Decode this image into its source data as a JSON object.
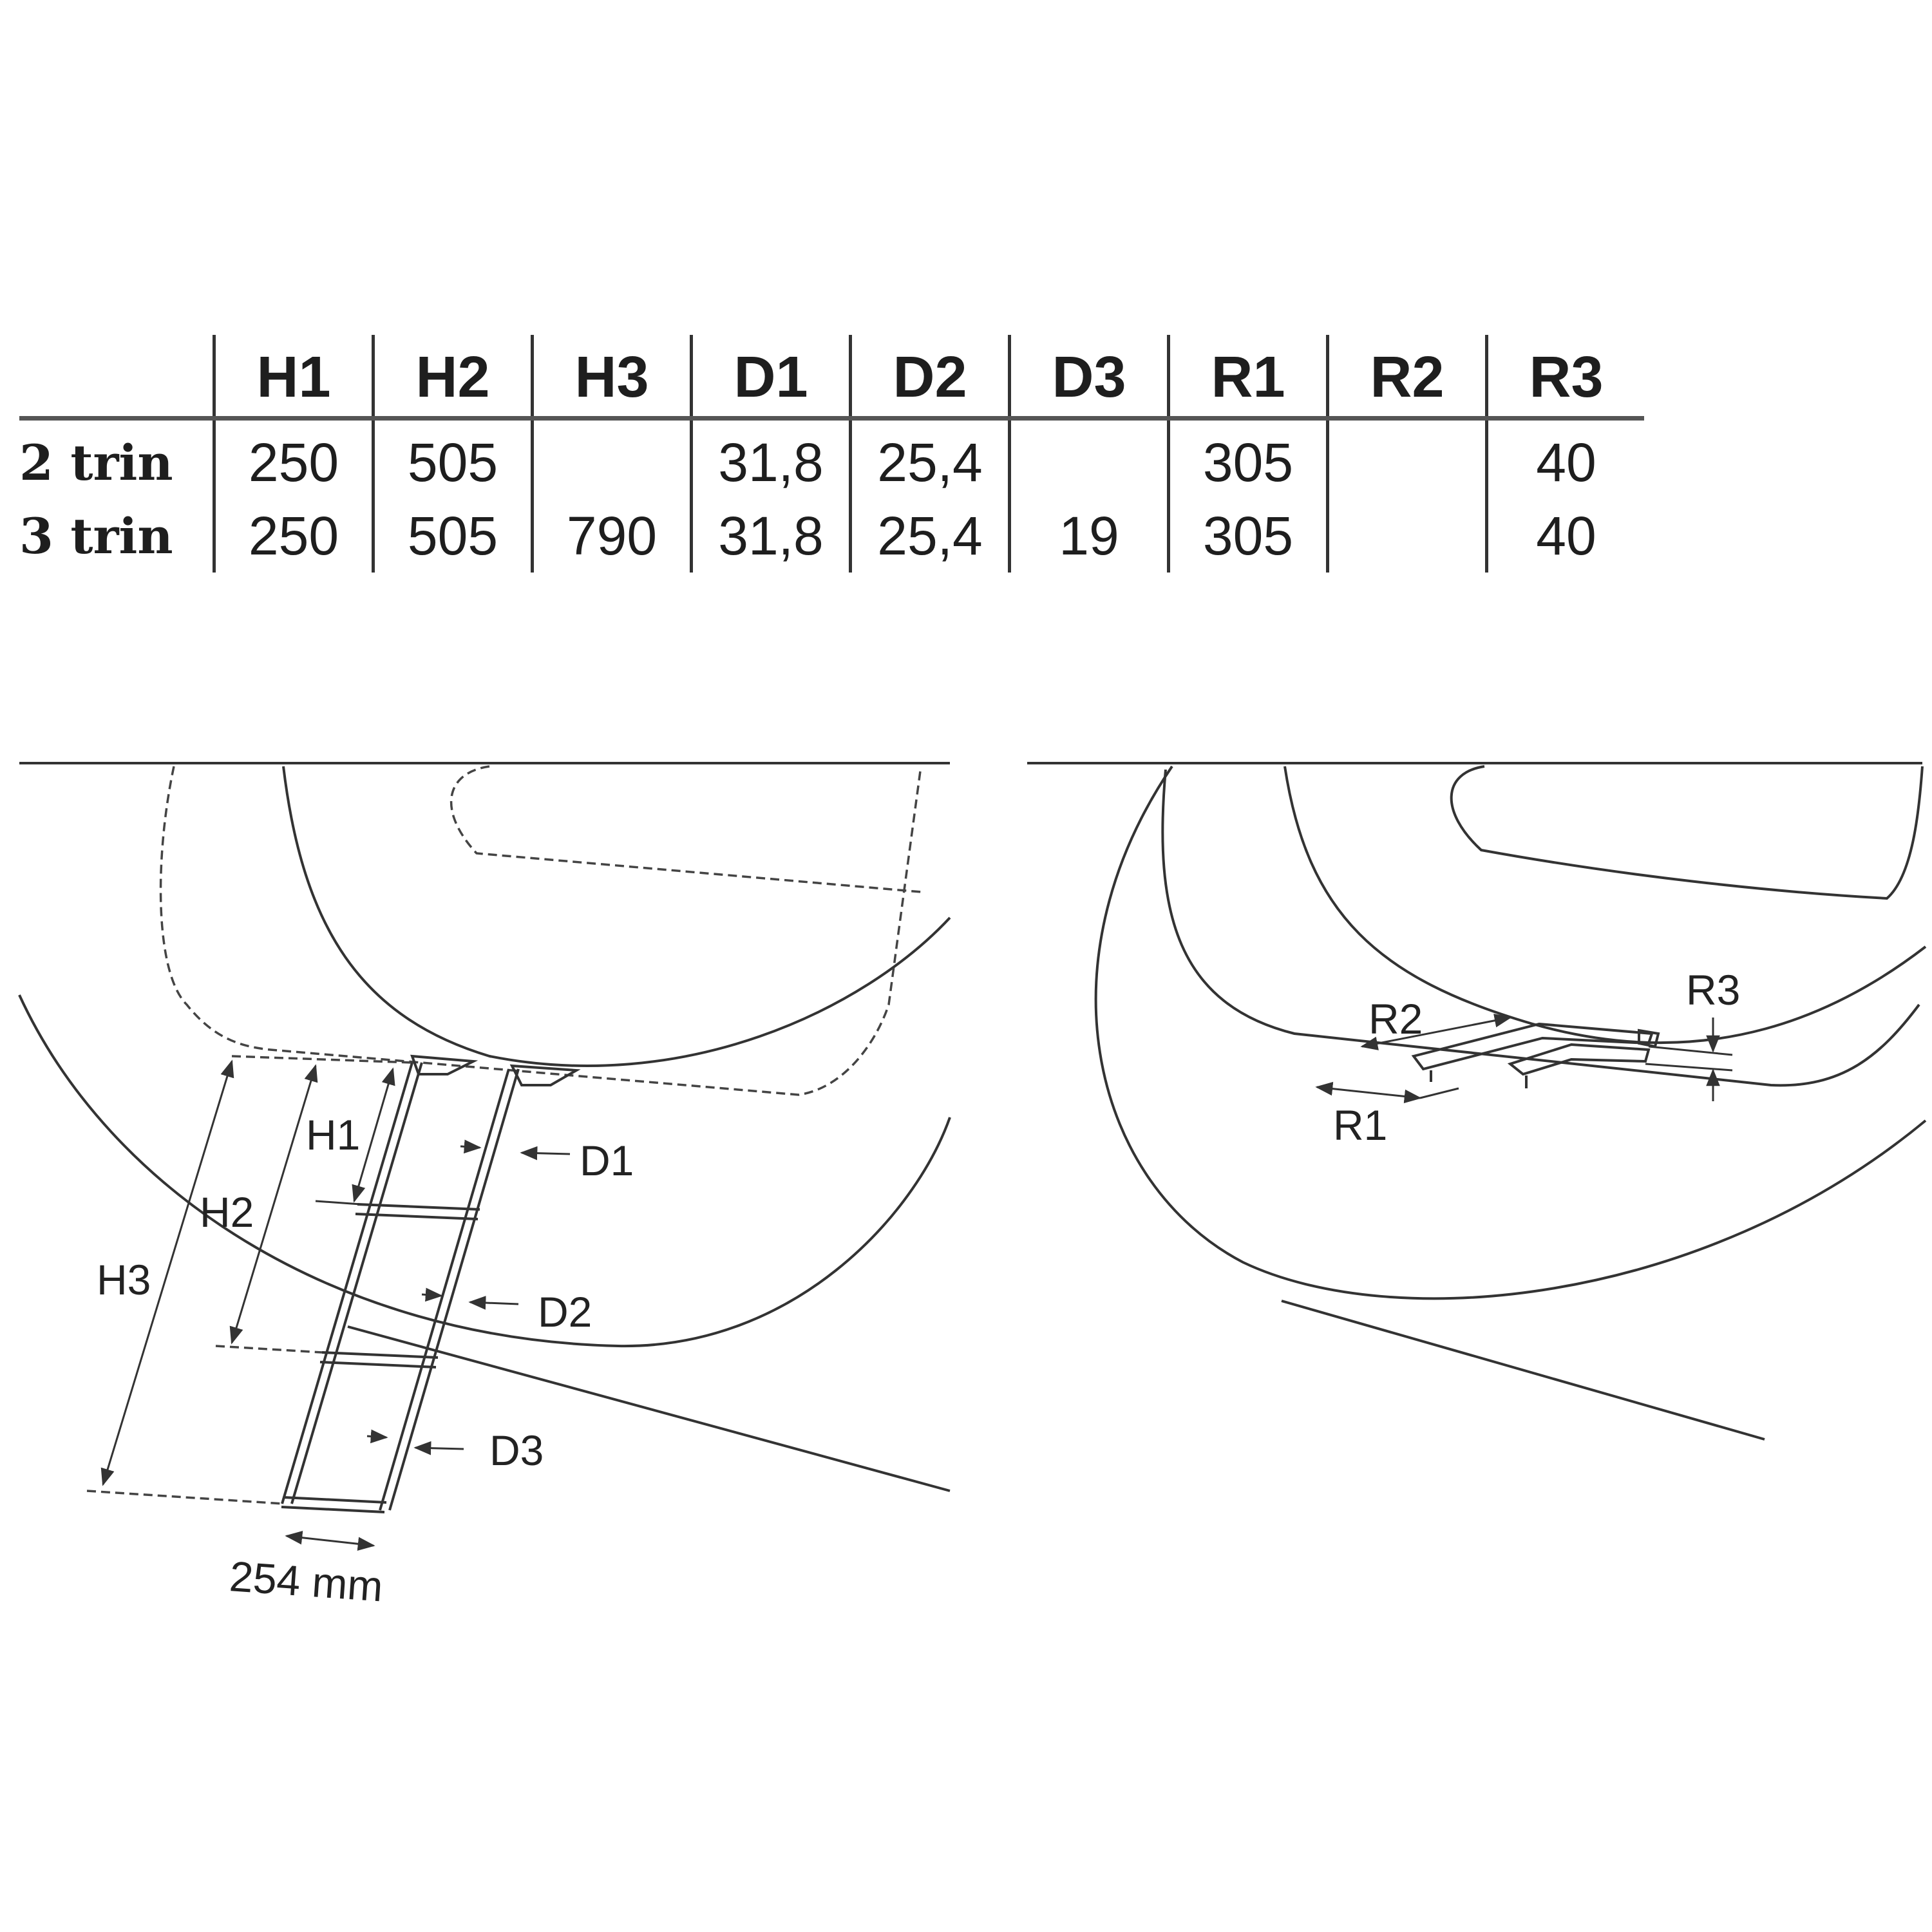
{
  "table": {
    "headers": [
      "H1",
      "H2",
      "H3",
      "D1",
      "D2",
      "D3",
      "R1",
      "R2",
      "R3"
    ],
    "rows": [
      {
        "label": "2 trin",
        "values": [
          "250",
          "505",
          "",
          "31,8",
          "25,4",
          "",
          "305",
          "",
          "40"
        ]
      },
      {
        "label": "3 trin",
        "values": [
          "250",
          "505",
          "790",
          "31,8",
          "25,4",
          "19",
          "305",
          "",
          "40"
        ]
      }
    ]
  },
  "left_drawing": {
    "labels": {
      "h1": "H1",
      "h2": "H2",
      "h3": "H3",
      "d1": "D1",
      "d2": "D2",
      "d3": "D3",
      "width": "254 mm"
    }
  },
  "right_drawing": {
    "labels": {
      "r1": "R1",
      "r2": "R2",
      "r3": "R3"
    }
  }
}
